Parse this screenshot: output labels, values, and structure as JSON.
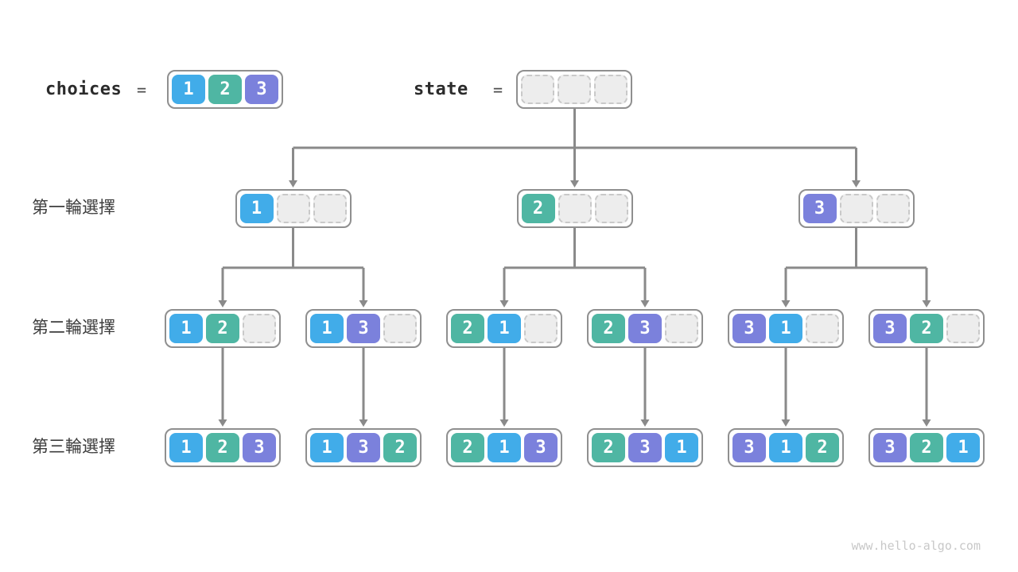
{
  "header": {
    "choices_label": "choices",
    "equals": "=",
    "choices_values": [
      1,
      2,
      3
    ],
    "state_label": "state",
    "state_cells": [
      null,
      null,
      null
    ]
  },
  "value_colors": {
    "1": "#41ace9",
    "2": "#4fb6a3",
    "3": "#7b81dc"
  },
  "colors": {
    "arrow": "#8a8a8a",
    "box_border": "#8f8f8f",
    "empty_cell_bg": "#ededed",
    "empty_cell_border": "#c9c9c9"
  },
  "rows": [
    {
      "label": "第一輪選擇",
      "nodes": [
        [
          1,
          null,
          null
        ],
        [
          2,
          null,
          null
        ],
        [
          3,
          null,
          null
        ]
      ]
    },
    {
      "label": "第二輪選擇",
      "nodes": [
        [
          1,
          2,
          null
        ],
        [
          1,
          3,
          null
        ],
        [
          2,
          1,
          null
        ],
        [
          2,
          3,
          null
        ],
        [
          3,
          1,
          null
        ],
        [
          3,
          2,
          null
        ]
      ]
    },
    {
      "label": "第三輪選擇",
      "nodes": [
        [
          1,
          2,
          3
        ],
        [
          1,
          3,
          2
        ],
        [
          2,
          1,
          3
        ],
        [
          2,
          3,
          1
        ],
        [
          3,
          1,
          2
        ],
        [
          3,
          2,
          1
        ]
      ]
    }
  ],
  "watermark": "www.hello-algo.com"
}
